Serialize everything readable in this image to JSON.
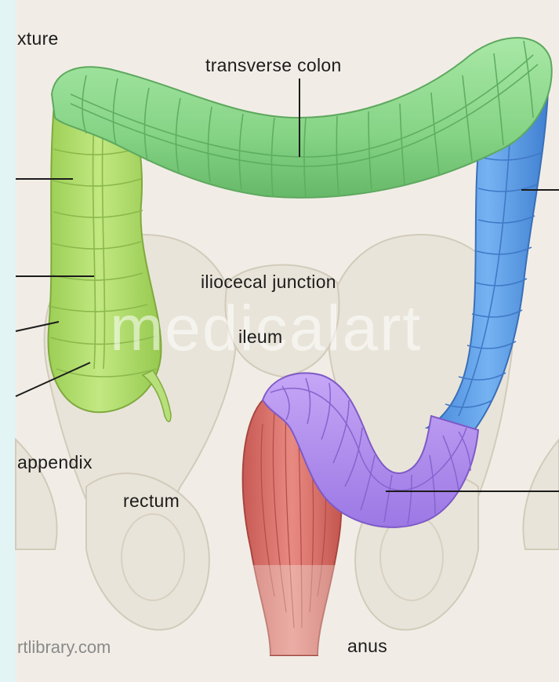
{
  "labels": {
    "flexure_partial": "xture",
    "transverse_colon": "transverse colon",
    "iliocecal_junction": "iliocecal junction",
    "ileum": "ileum",
    "appendix": "appendix",
    "rectum": "rectum",
    "anus": "anus"
  },
  "watermark": "medicalart",
  "credit": "rtlibrary.com",
  "colors": {
    "background": "#e3f4f4",
    "paper": "#f1ede6",
    "transverse_colon": "#8fdc8f",
    "ascending_colon": "#a6d964",
    "descending_colon": "#5b9de6",
    "sigmoid_colon": "#b391ef",
    "rectum": "#d9706a",
    "bone": "#e7e2d6"
  }
}
